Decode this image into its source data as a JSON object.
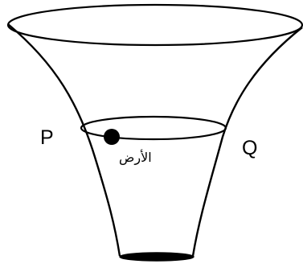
{
  "labels": {
    "left_point": "P",
    "right_point": "Q",
    "ball": "الأرض"
  },
  "colors": {
    "stroke": "#000000",
    "background": "#ffffff",
    "ball": "#000000"
  }
}
